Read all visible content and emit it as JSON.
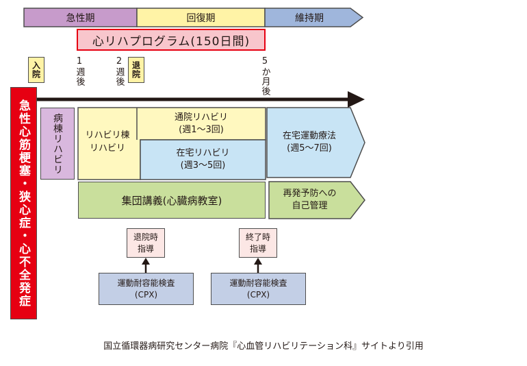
{
  "phases": {
    "acute": "急性期",
    "recovery": "回復期",
    "maintenance": "維持期"
  },
  "program": "心リハプログラム(150日間)",
  "markers": {
    "admission": "入院",
    "week1": "1週後",
    "week2": "2週後",
    "discharge": "退院",
    "month5": "5か月後"
  },
  "side_label": "急性心筋梗塞・狭心症・心不全発症",
  "boxes": {
    "ward": "病棟リハビリ",
    "rehab_ward": "リハビリ棟\nリハビリ",
    "outpatient": "通院リハビリ\n(週1～3回)",
    "home_rehab": "在宅リハビリ\n(週3～5回)",
    "home_exercise": "在宅運動療法\n(週5～7回)",
    "group_lecture": "集団講義(心臓病教室)",
    "self_management": "再発予防への\n自己管理",
    "discharge_guidance": "退院時\n指導",
    "end_guidance": "終了時\n指導",
    "cpx1": "運動耐容能検査\n(CPX)",
    "cpx2": "運動耐容能検査\n(CPX)"
  },
  "citation": "国立循環器病研究センター病院『心血管リハビリテーション科』サイトより引用",
  "colors": {
    "acute": "#c79bcb",
    "recovery": "#fff3a6",
    "maintenance": "#9fb6dc",
    "program": "#f8c6cc",
    "program_border": "#e60012",
    "side": "#e60012",
    "ward": "#d9b8de",
    "yellow": "#fff8bf",
    "blue": "#c8e4f5",
    "green": "#c9df9c",
    "cpx": "#c3cfe6",
    "guide": "#fce7e5"
  }
}
